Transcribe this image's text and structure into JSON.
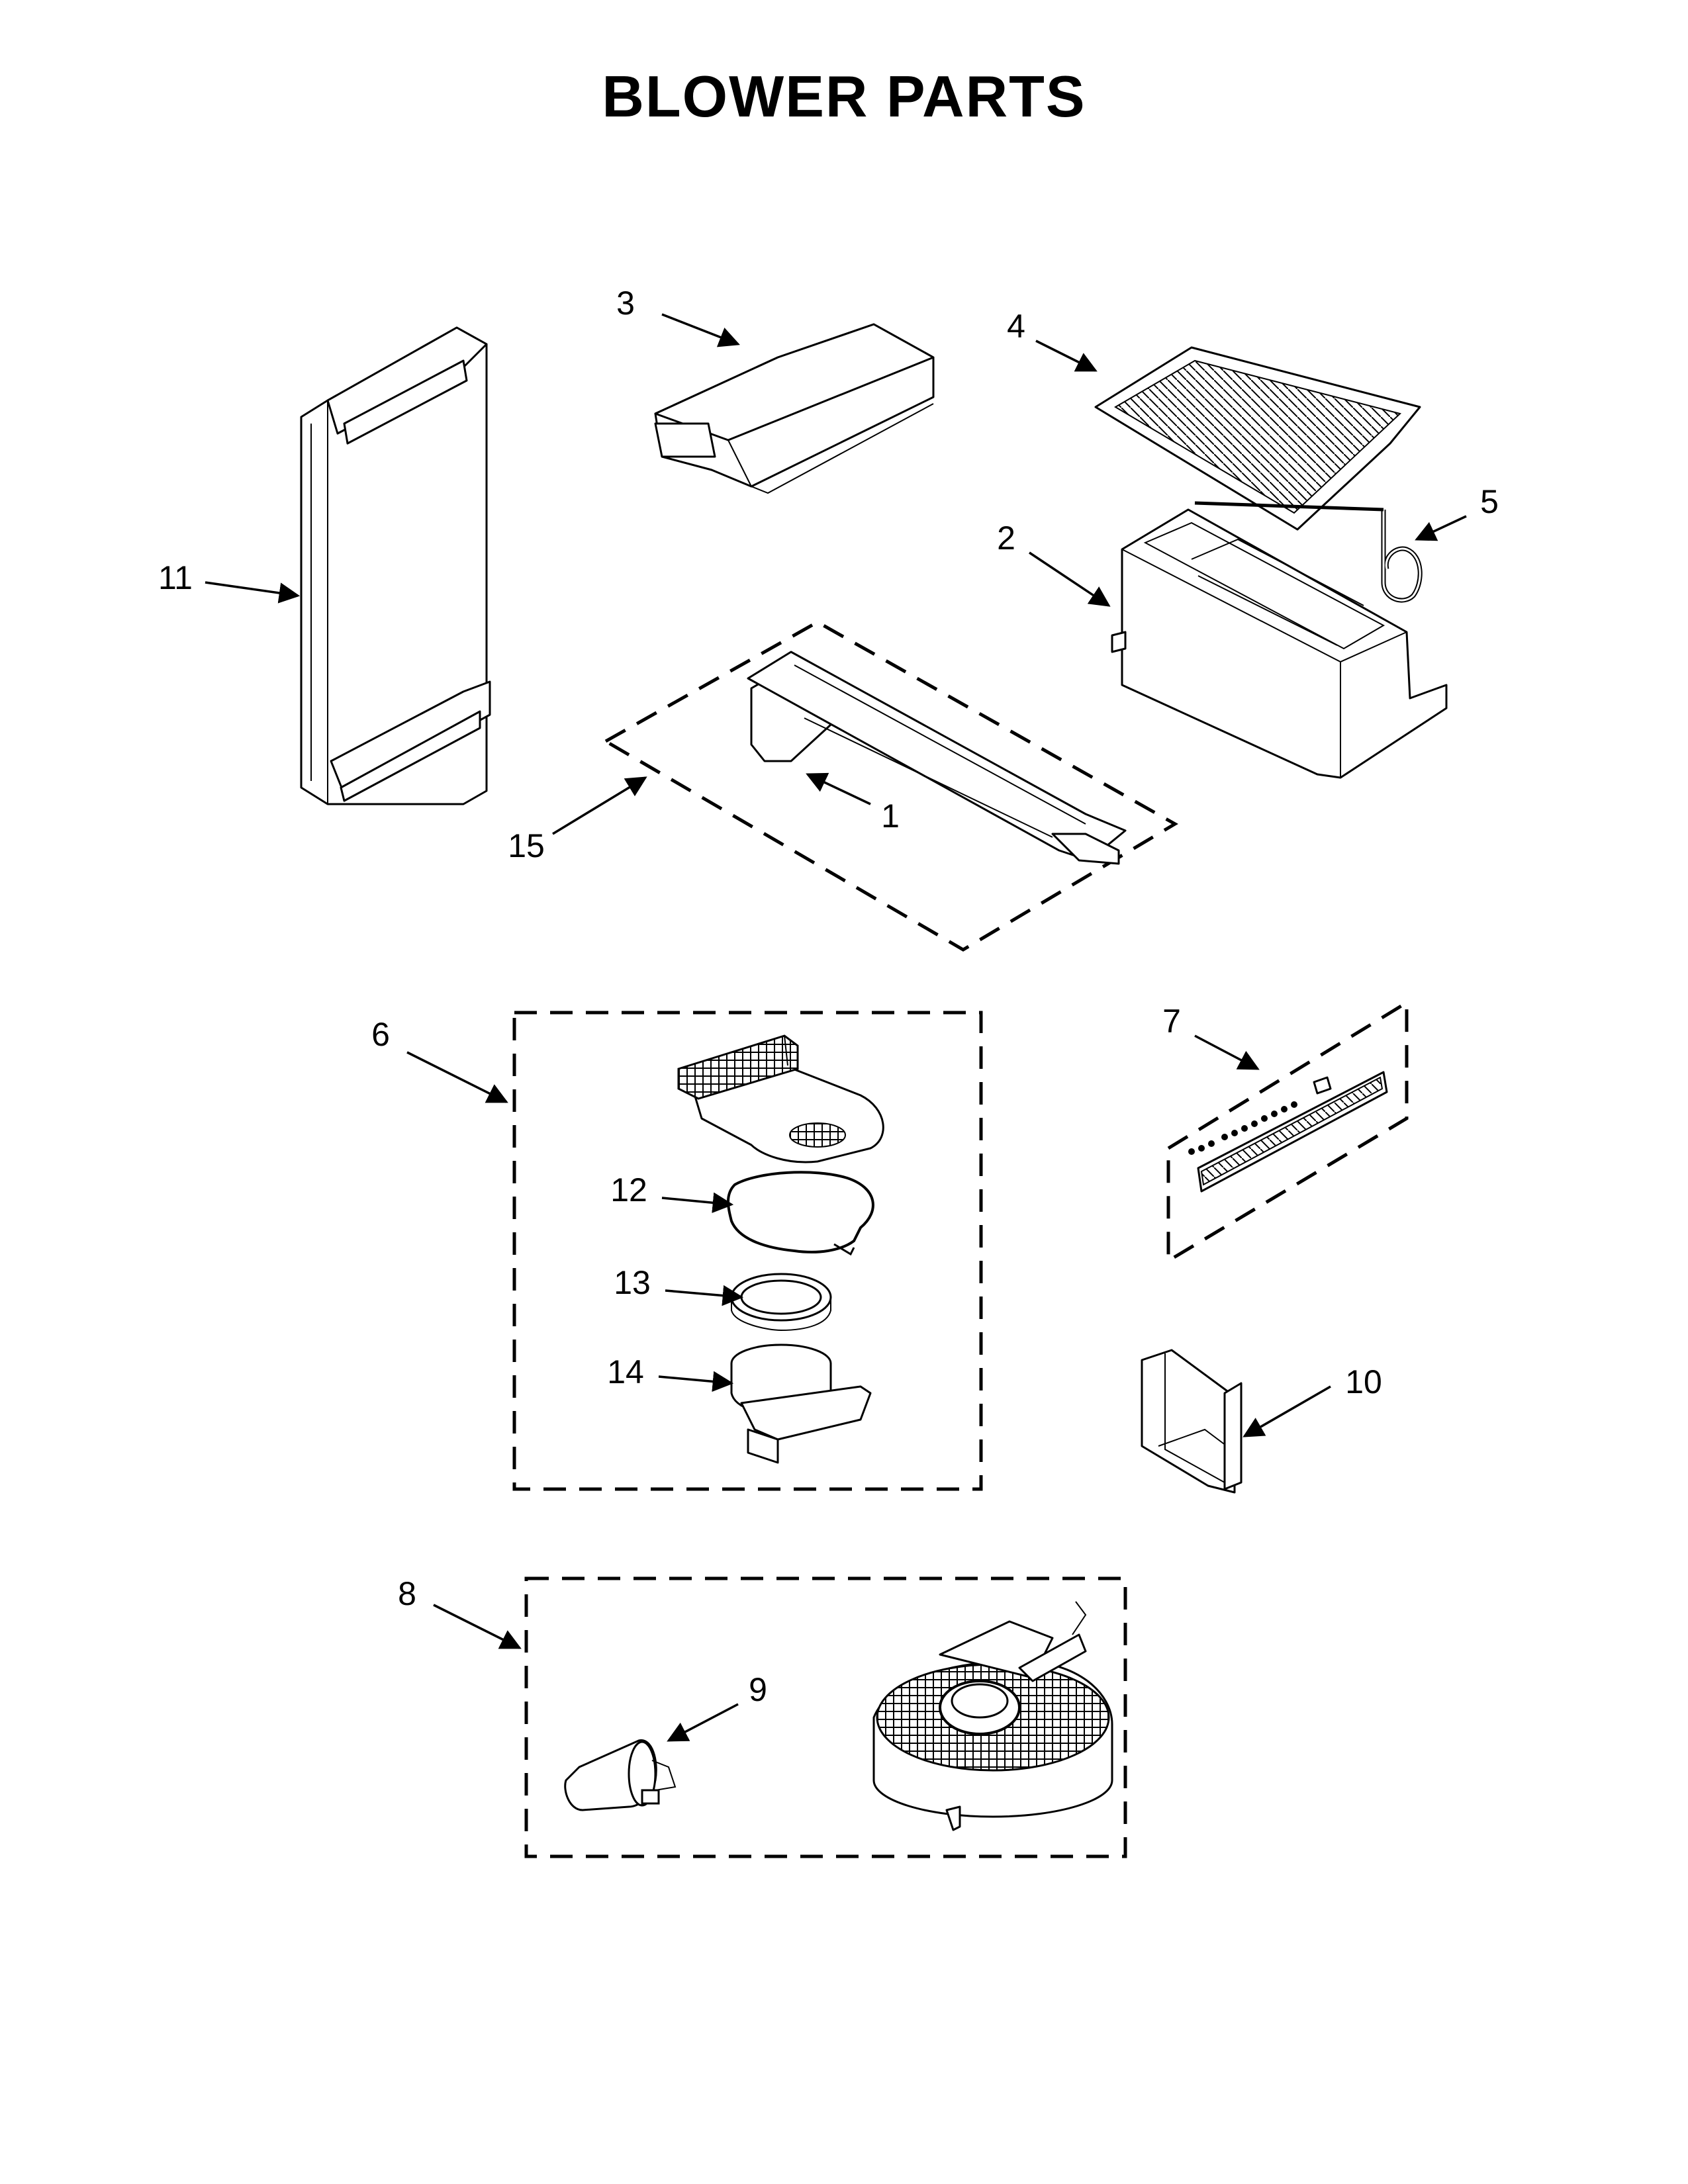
{
  "title": "BLOWER PARTS",
  "callouts": [
    {
      "id": "1",
      "text": "1"
    },
    {
      "id": "2",
      "text": "2"
    },
    {
      "id": "3",
      "text": "3"
    },
    {
      "id": "4",
      "text": "4"
    },
    {
      "id": "5",
      "text": "5"
    },
    {
      "id": "6",
      "text": "6"
    },
    {
      "id": "7",
      "text": "7"
    },
    {
      "id": "8",
      "text": "8"
    },
    {
      "id": "9",
      "text": "9"
    },
    {
      "id": "10",
      "text": "10"
    },
    {
      "id": "11",
      "text": "11"
    },
    {
      "id": "12",
      "text": "12"
    },
    {
      "id": "13",
      "text": "13"
    },
    {
      "id": "14",
      "text": "14"
    },
    {
      "id": "15",
      "text": "15"
    }
  ]
}
